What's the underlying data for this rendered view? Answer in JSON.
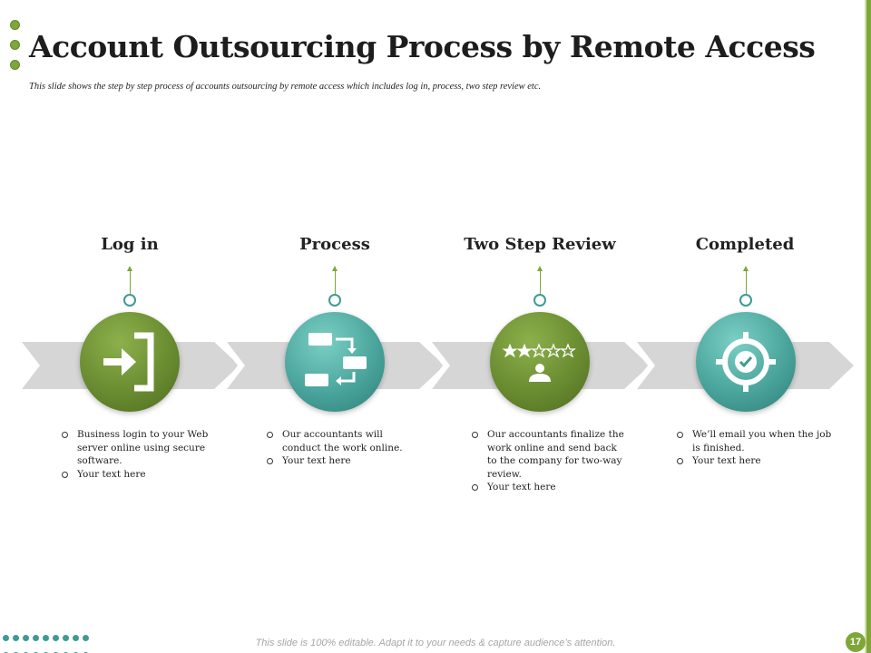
{
  "slide": {
    "title": "Account Outsourcing Process by Remote Access",
    "subtitle": "This slide shows the step by step process of accounts outsourcing by remote access which includes log in, process, two step review etc.",
    "footer": "This slide is 100% editable. Adapt it to your needs & capture audience’s attention.",
    "page_number": "17"
  },
  "steps": [
    {
      "label": "Log in",
      "icon": "login-icon",
      "color": "#6a8c31",
      "bullets": [
        "Business login to your Web server online using secure software.",
        "Your text here"
      ]
    },
    {
      "label": "Process",
      "icon": "process-flow-icon",
      "color": "#4aa59c",
      "bullets": [
        "Our accountants will conduct  the work online.",
        "Your text here"
      ]
    },
    {
      "label": "Two Step Review",
      "icon": "rating-review-icon",
      "color": "#6a8c31",
      "bullets": [
        "Our accountants finalize the work online and send back to the company for two-way review.",
        "Your text here"
      ]
    },
    {
      "label": "Completed",
      "icon": "target-check-icon",
      "color": "#4aa59c",
      "bullets": [
        "We’ll email you when the job is finished.",
        "Your text here"
      ]
    }
  ],
  "colors": {
    "accent_green": "#7fa63a",
    "accent_teal": "#3f9a93",
    "chevron_gray": "#d6d6d6"
  }
}
